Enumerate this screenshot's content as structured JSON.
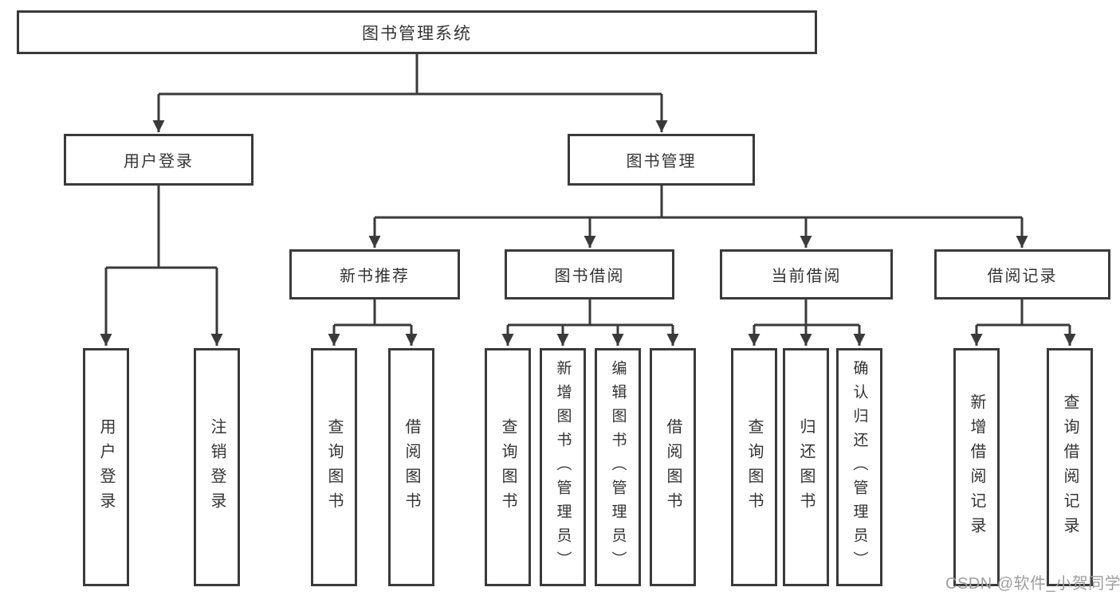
{
  "diagram": {
    "root": {
      "label": "图书管理系统"
    },
    "children": [
      {
        "label": "用户登录",
        "children": [
          {
            "label": "用户登录"
          },
          {
            "label": "注销登录"
          }
        ]
      },
      {
        "label": "图书管理",
        "children": [
          {
            "label": "新书推荐",
            "children": [
              {
                "label": "查询图书"
              },
              {
                "label": "借阅图书"
              }
            ]
          },
          {
            "label": "图书借阅",
            "children": [
              {
                "label": "查询图书"
              },
              {
                "label": "新增图书（管理员）"
              },
              {
                "label": "编辑图书（管理员）"
              },
              {
                "label": "借阅图书"
              }
            ]
          },
          {
            "label": "当前借阅",
            "children": [
              {
                "label": "查询图书"
              },
              {
                "label": "归还图书"
              },
              {
                "label": "确认归还（管理员）"
              }
            ]
          },
          {
            "label": "借阅记录",
            "children": [
              {
                "label": "新增借阅记录"
              },
              {
                "label": "查询借阅记录"
              }
            ]
          }
        ]
      }
    ]
  },
  "watermark": {
    "text": "CSDN @软件_小贺同学"
  },
  "colors": {
    "line": "#3a3a3a",
    "text": "#333333",
    "watermark": "#9e9e9e",
    "background": "#ffffff"
  }
}
